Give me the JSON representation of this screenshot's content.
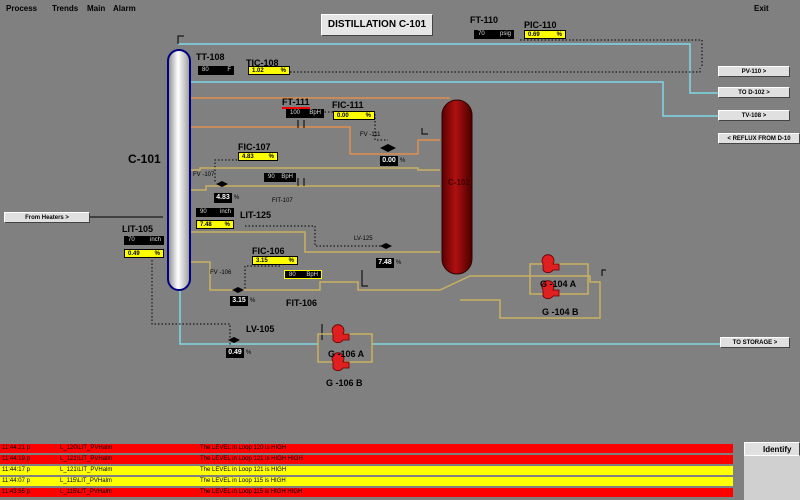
{
  "menu": {
    "process": "Process",
    "trends": "Trends",
    "main": "Main",
    "alarm": "Alarm",
    "exit": "Exit"
  },
  "title": "DISTILLATION C-101",
  "column": {
    "c101": "C-101",
    "c102": "C-102"
  },
  "tags": {
    "tt108": "TT-108",
    "tic108": "TIC-108",
    "ft110": "FT-110",
    "pic110": "PIC-110",
    "ft111": "FT-111",
    "fic111": "FIC-111",
    "fv111": "FV -111",
    "fic107": "FIC-107",
    "fv107": "FV -107",
    "fit107": "FIT-107",
    "lit105": "LIT-105",
    "lit125": "LIT-125",
    "lv125": "LV-125",
    "fic106": "FIC-106",
    "fv106": "FV -106",
    "fit106": "FIT-106",
    "lv105": "LV-105",
    "g104a": "G -104 A",
    "g104b": "G -104 B",
    "g106a": "G -106 A",
    "g106b": "G -106 B"
  },
  "values": {
    "tt108": {
      "v": "80",
      "u": "F"
    },
    "tic108": {
      "v": "1.02",
      "u": "%"
    },
    "ft110": {
      "v": "70",
      "u": "psig"
    },
    "pic110": {
      "v": "0.69",
      "u": "%"
    },
    "ft111": {
      "v": "100",
      "u": "BpH"
    },
    "fic111": {
      "v": "0.00",
      "u": "%"
    },
    "fv111": {
      "v": "0.00",
      "u": "%"
    },
    "fic107": {
      "v": "4.83",
      "u": "%"
    },
    "fv107": {
      "v": "4.83",
      "u": "%"
    },
    "fit107": {
      "v": "90",
      "u": "BpH"
    },
    "lit105": {
      "v": "70",
      "u": "inch"
    },
    "lic105": {
      "v": "0.49",
      "u": "%"
    },
    "lit125": {
      "v": "90",
      "u": "inch"
    },
    "lic125": {
      "v": "7.48",
      "u": "%"
    },
    "lv125": {
      "v": "7.48",
      "u": "%"
    },
    "fic106": {
      "v": "3.15",
      "u": "%"
    },
    "fv106": {
      "v": "3.15",
      "u": "%"
    },
    "fit106": {
      "v": "80",
      "u": "BpH"
    },
    "lv105": {
      "v": "0.49",
      "u": "%"
    }
  },
  "buttons": {
    "pv110": "PV-110 >",
    "tod102": "TO D-102 >",
    "tv108": "TV-108 >",
    "reflux": "< REFLUX FROM D-10",
    "heaters": "From Heaters >",
    "storage": "TO STORAGE >"
  },
  "alarms": [
    {
      "time": "11:44:21 p",
      "tag": "L_120\\LIT_PVHalm",
      "msg": "The LEVEL in Loop 120 is HIGH",
      "color": "#ff0000"
    },
    {
      "time": "11:44:19 p",
      "tag": "L_121\\LIT_PVHalm",
      "msg": "The LEVEL in Loop 121 is HIGH HIGH",
      "color": "#ff0000"
    },
    {
      "time": "11:44:17 p",
      "tag": "L_121\\LIT_PVHalm",
      "msg": "The LEVEL in Loop 121 is HIGH",
      "color": "#ffff00"
    },
    {
      "time": "11:44:07 p",
      "tag": "L_115\\LIT_PVHalm",
      "msg": "The LEVEL in Loop 115 is HIGH",
      "color": "#ffff00"
    },
    {
      "time": "11:43:55 p",
      "tag": "L_115\\LIT_PVHalm",
      "msg": "The LEVEL in Loop 115 is HIGH HIGH",
      "color": "#ff0000"
    }
  ],
  "identify": "Identify",
  "colors": {
    "alarm_red": "#ff0000",
    "alarm_yellow": "#ffff00",
    "setpoint": "#ffff00",
    "pump": "#e02020",
    "vessel": "#8b0000"
  }
}
